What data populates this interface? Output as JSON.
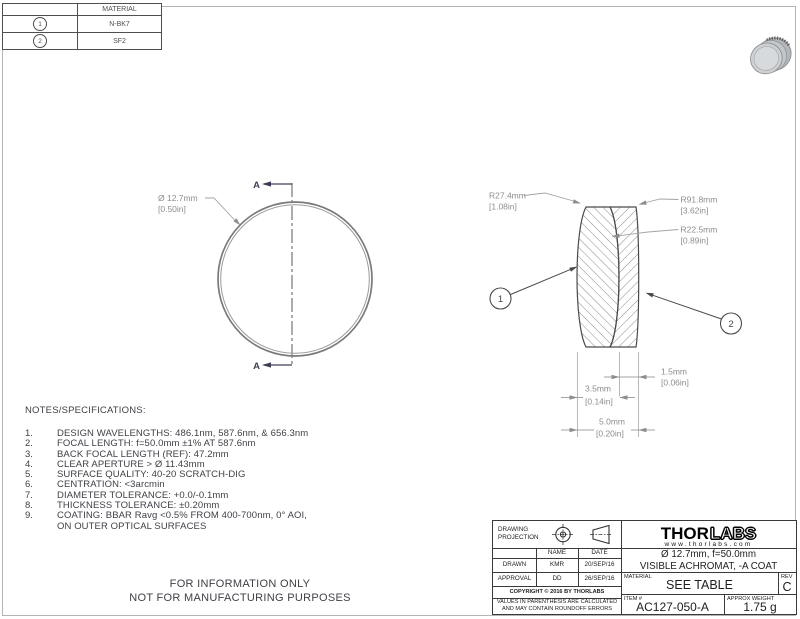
{
  "colors": {
    "line_dark": "#4a4a4a",
    "dim_gray": "#8d8d8d",
    "logo_black": "#000000"
  },
  "material_table": {
    "header": "MATERIAL",
    "rows": [
      {
        "id": "1",
        "material": "N-BK7"
      },
      {
        "id": "2",
        "material": "SF2"
      }
    ]
  },
  "circle_view": {
    "diameter_mm": "Ø 12.7mm",
    "diameter_in": "[0.50in]",
    "section_label_top": "A",
    "section_label_bottom": "A"
  },
  "section_view": {
    "r_left_mm": "R27.4mm",
    "r_left_in": "[1.08in]",
    "r_right_mm": "R91.8mm",
    "r_right_in": "[3.62in]",
    "r_interface_mm": "R22.5mm",
    "r_interface_in": "[0.89in]",
    "t1_mm": "3.5mm",
    "t1_in": "[0.14in]",
    "t2_mm": "1.5mm",
    "t2_in": "[0.06in]",
    "total_mm": "5.0mm",
    "total_in": "[0.20in]",
    "balloon_1": "1",
    "balloon_2": "2"
  },
  "notes": {
    "title": "NOTES/SPECIFICATIONS:",
    "items": [
      {
        "num": "1.",
        "text": "DESIGN WAVELENGTHS: 486.1nm, 587.6nm, & 656.3nm"
      },
      {
        "num": "2.",
        "text": "FOCAL LENGTH: f=50.0mm ±1% AT 587.6nm"
      },
      {
        "num": "3.",
        "text": "BACK FOCAL LENGTH (REF): 47.2mm"
      },
      {
        "num": "4.",
        "text": "CLEAR APERTURE > Ø 11.43mm"
      },
      {
        "num": "5.",
        "text": "SURFACE QUALITY: 40-20 SCRATCH-DIG"
      },
      {
        "num": "6.",
        "text": "CENTRATION: <3arcmin"
      },
      {
        "num": "7.",
        "text": "DIAMETER TOLERANCE: +0.0/-0.1mm"
      },
      {
        "num": "8.",
        "text": "THICKNESS TOLERANCE: ±0.20mm"
      },
      {
        "num": "9.",
        "text": "COATING: BBAR Ravg <0.5% FROM 400-700nm, 0° AOI,\nON OUTER OPTICAL SURFACES"
      }
    ]
  },
  "footer": {
    "line1": "FOR INFORMATION ONLY",
    "line2": "NOT FOR MANUFACTURING PURPOSES"
  },
  "title_block": {
    "projection_label": "DRAWING\nPROJECTION",
    "name_header": "NAME",
    "date_header": "DATE",
    "drawn_label": "DRAWN",
    "drawn_name": "KMR",
    "drawn_date": "20/SEP/16",
    "approval_label": "APPROVAL",
    "approval_name": "DD",
    "approval_date": "26/SEP/16",
    "copyright": "COPYRIGHT © 2016 BY THORLABS",
    "disclaimer": "VALUES IN PARENTHESIS ARE CALCULATED\nAND MAY CONTAIN ROUNDOFF ERRORS",
    "logo_thor": "THOR",
    "logo_labs": "LABS",
    "website": "www.thorlabs.com",
    "title_line1": "Ø 12.7mm, f=50.0mm",
    "title_line2": "VISIBLE ACHROMAT, -A COAT",
    "material_label": "MATERIAL",
    "material_value": "SEE TABLE",
    "rev_label": "REV",
    "rev_value": "C",
    "item_label": "ITEM #",
    "item_value": "AC127-050-A",
    "weight_label": "APPROX WEIGHT",
    "weight_value": "1.75 g"
  }
}
